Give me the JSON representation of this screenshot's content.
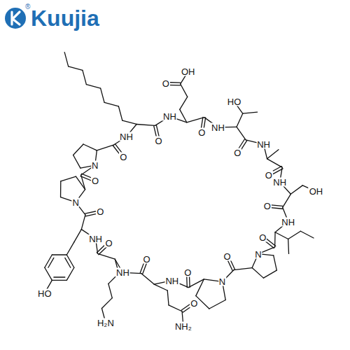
{
  "diagram": {
    "labels": [
      "NH",
      "O",
      "NH",
      "O",
      "O",
      "OH",
      "NH",
      "O",
      "HO",
      "NH",
      "O",
      "NH",
      "O",
      "OH",
      "NH",
      "O",
      "N",
      "O",
      "N",
      "O",
      "NH",
      "O",
      "O",
      "NH₂",
      "NH",
      "O",
      "H₂N",
      "NH",
      "O",
      "HO",
      "N",
      "O",
      "N",
      "O",
      "Kuujia",
      "®"
    ]
  }
}
